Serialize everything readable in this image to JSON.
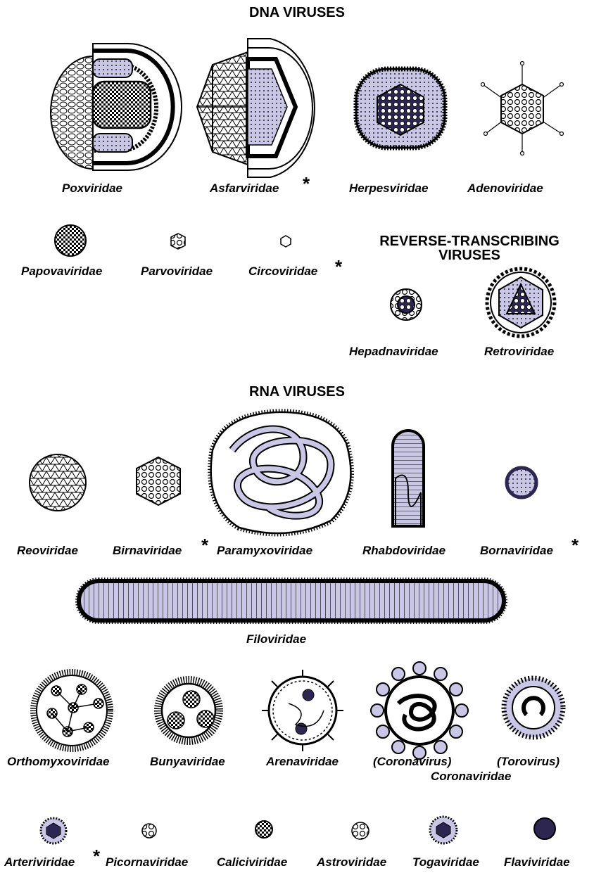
{
  "sections": {
    "dna": "DNA VIRUSES",
    "rt_line1": "REVERSE-TRANSCRIBING",
    "rt_line2": "VIRUSES",
    "rna": "RNA VIRUSES"
  },
  "asterisk": "*",
  "families": {
    "poxviridae": "Poxviridae",
    "asfarviridae": "Asfarviridae",
    "herpesviridae": "Herpesviridae",
    "adenoviridae": "Adenoviridae",
    "papovaviridae": "Papovaviridae",
    "parvoviridae": "Parvoviridae",
    "circoviridae": "Circoviridae",
    "hepadnaviridae": "Hepadnaviridae",
    "retroviridae": "Retroviridae",
    "reoviridae": "Reoviridae",
    "birnaviridae": "Birnaviridae",
    "paramyxoviridae": "Paramyxoviridae",
    "rhabdoviridae": "Rhabdoviridae",
    "bornaviridae": "Bornaviridae",
    "filoviridae": "Filoviridae",
    "orthomyxoviridae": "Orthomyxoviridae",
    "bunyaviridae": "Bunyaviridae",
    "arenaviridae": "Arenaviridae",
    "coronavirus": "(Coronavirus)",
    "torovirus": "(Torovirus)",
    "coronaviridae": "Coronaviridae",
    "arteriviridae": "Arteriviridae",
    "picornaviridae": "Picornaviridae",
    "caliciviridae": "Caliciviridae",
    "astroviridae": "Astroviridae",
    "togaviridae": "Togaviridae",
    "flaviviridae": "Flaviviridae"
  },
  "colors": {
    "ink": "#000000",
    "fill": "#c9c6e6",
    "dark_fill": "#2c2650",
    "background": "#ffffff"
  }
}
